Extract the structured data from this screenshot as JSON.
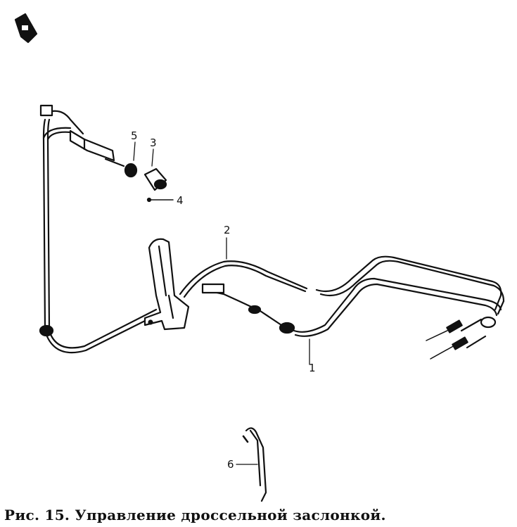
{
  "callouts": {
    "c1": "1",
    "c2": "2",
    "c3": "3",
    "c4": "4",
    "c5": "5",
    "c6": "6"
  },
  "caption": "Рис. 15. Управление дроссельной заслонкой.",
  "colors": {
    "ink": "#111111",
    "background": "#ffffff"
  }
}
